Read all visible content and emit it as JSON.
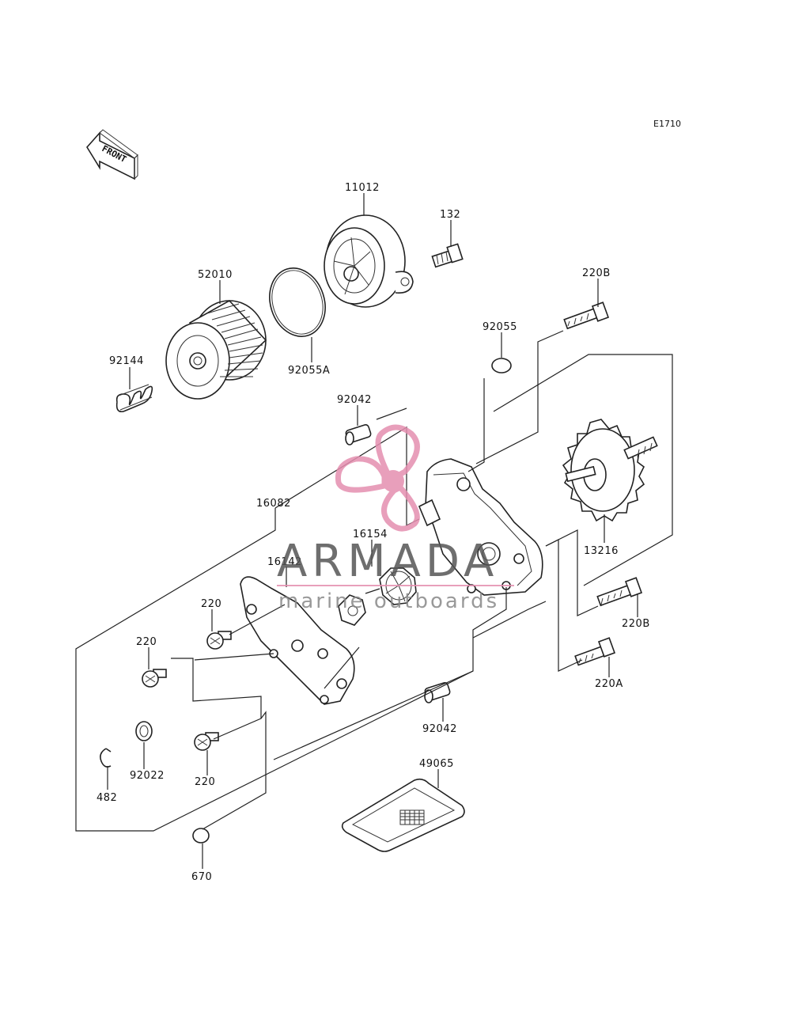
{
  "diagram": {
    "code": "E1710",
    "front_label": "FRONT",
    "labels": {
      "p11012": "11012",
      "p132": "132",
      "p52010": "52010",
      "p220B_top": "220B",
      "p92055": "92055",
      "p92144": "92144",
      "p92055A": "92055A",
      "p92042_top": "92042",
      "p16082": "16082",
      "p16154": "16154",
      "p13216": "13216",
      "p16142": "16142",
      "p220_a": "220",
      "p220_b": "220",
      "p220B_right": "220B",
      "p220A": "220A",
      "p92042_bottom": "92042",
      "p220_c": "220",
      "p92022": "92022",
      "p482": "482",
      "p49065": "49065",
      "p670": "670"
    }
  },
  "watermark": {
    "brand": "ARMADA",
    "tagline": "marine outboards",
    "accent_color": "#e58fb0"
  }
}
